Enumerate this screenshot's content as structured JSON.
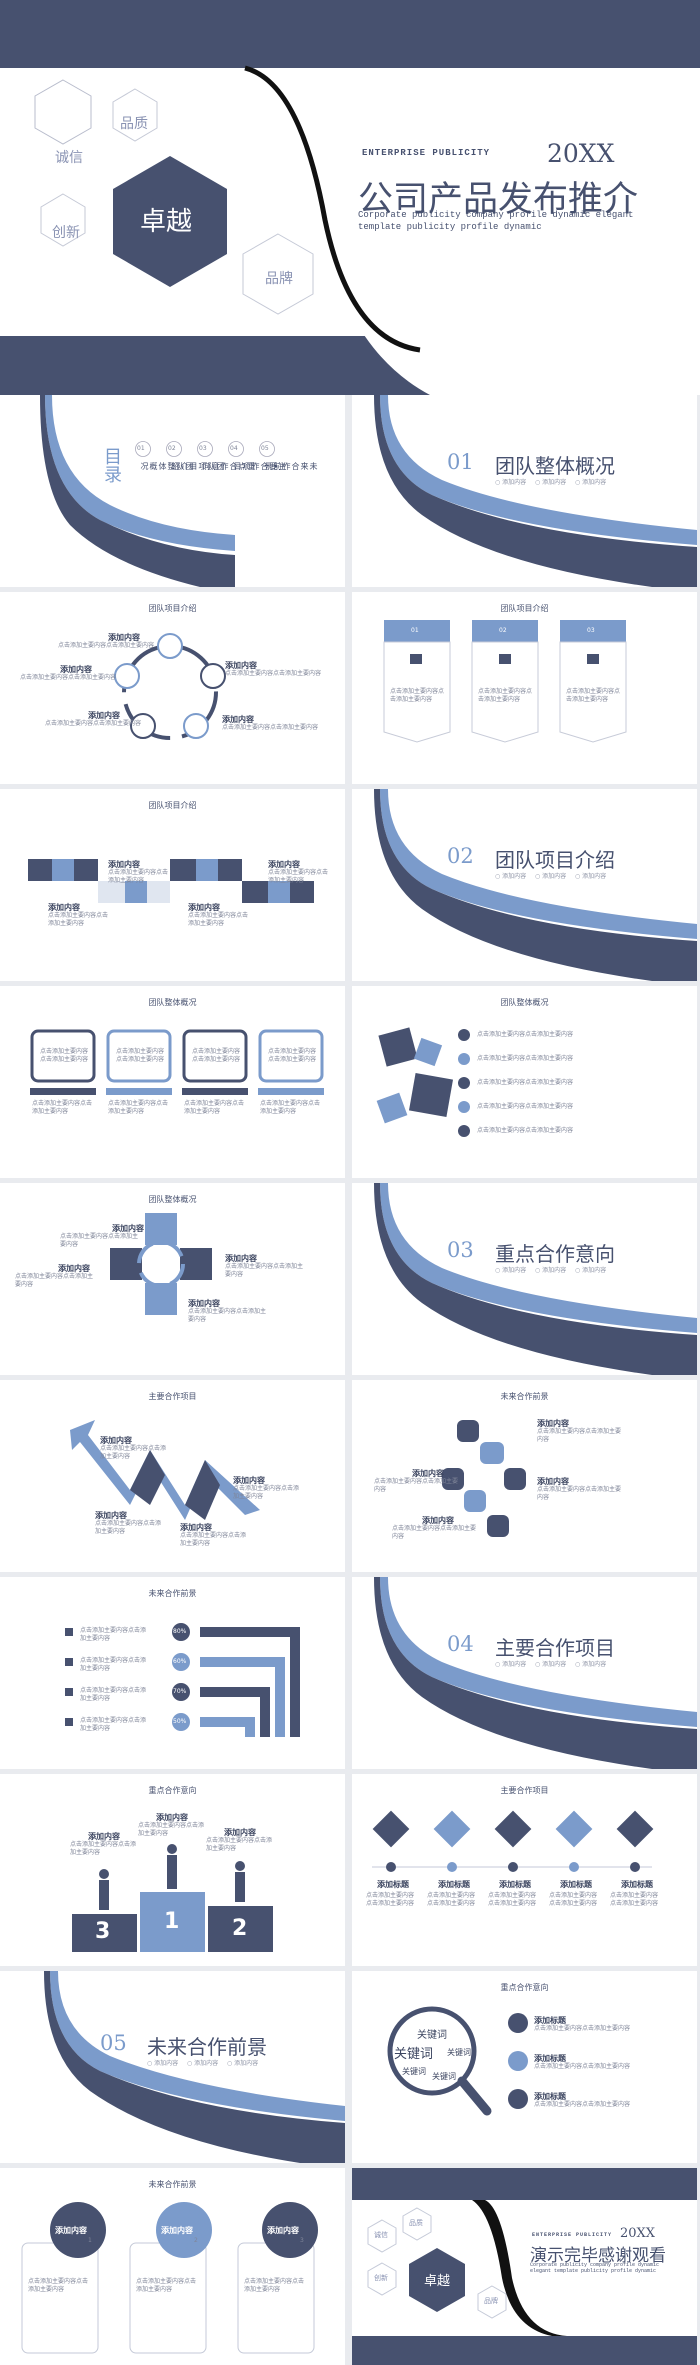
{
  "hero": {
    "hexes": [
      "品质",
      "诚信",
      "创新",
      "品牌"
    ],
    "main_hex": "卓越",
    "enterprise": "ENTERPRISE PUBLICITY",
    "year": "20XX",
    "title": "公司产品发布推介",
    "subtitle": "Corporate publicity company profile dynamic elegant template publicity profile dynamic"
  },
  "colors": {
    "navy": "#47516f",
    "blue": "#7b9bcb",
    "bg": "#e9ebef"
  },
  "toc": {
    "label": "目录",
    "items": [
      {
        "num": "01",
        "text": "团队整体概况"
      },
      {
        "num": "02",
        "text": "团队项目介绍"
      },
      {
        "num": "03",
        "text": "重点合作意向"
      },
      {
        "num": "04",
        "text": "主要合作项目"
      },
      {
        "num": "05",
        "text": "未来合作前景"
      }
    ]
  },
  "sections": [
    {
      "num": "01",
      "title": "团队整体概况"
    },
    {
      "num": "02",
      "title": "团队项目介绍"
    },
    {
      "num": "03",
      "title": "重点合作意向"
    },
    {
      "num": "04",
      "title": "主要合作项目"
    },
    {
      "num": "05",
      "title": "未来合作前景"
    }
  ],
  "section_sub": [
    "○ 添加内容",
    "○ 添加内容",
    "○ 添加内容"
  ],
  "slide_titles": {
    "s3": "团队项目介绍",
    "s4": "团队项目介绍",
    "s5": "团队项目介绍",
    "s7": "团队整体概况",
    "s8": "团队整体概况",
    "s9": "团队整体概况",
    "s11": "主要合作项目",
    "s12": "未来合作前景",
    "s13": "未来合作前景",
    "s15": "重点合作意向",
    "s16": "主要合作项目",
    "s18": "重点合作意向",
    "s19": "未来合作前景"
  },
  "add_content": "添加内容",
  "add_title": "添加标题",
  "body_text": "点击添加主要内容点击添加主要内容",
  "cards_nums": [
    "01",
    "02",
    "03"
  ],
  "percents": [
    "80%",
    "60%",
    "70%",
    "50%"
  ],
  "podium": [
    "3",
    "1",
    "2"
  ],
  "keywords": [
    "关键词",
    "关键词",
    "关键词",
    "关键词",
    "关键词"
  ],
  "circle_nums": [
    "1",
    "2",
    "3"
  ],
  "end": {
    "hexes": [
      "诚信",
      "品质",
      "创新",
      "品牌"
    ],
    "main_hex": "卓越",
    "enterprise": "ENTERPRISE PUBLICITY",
    "year": "20XX",
    "title": "演示完毕感谢观看",
    "subtitle": "Corporate publicity company profile dynamic elegant template publicity profile dynamic"
  }
}
